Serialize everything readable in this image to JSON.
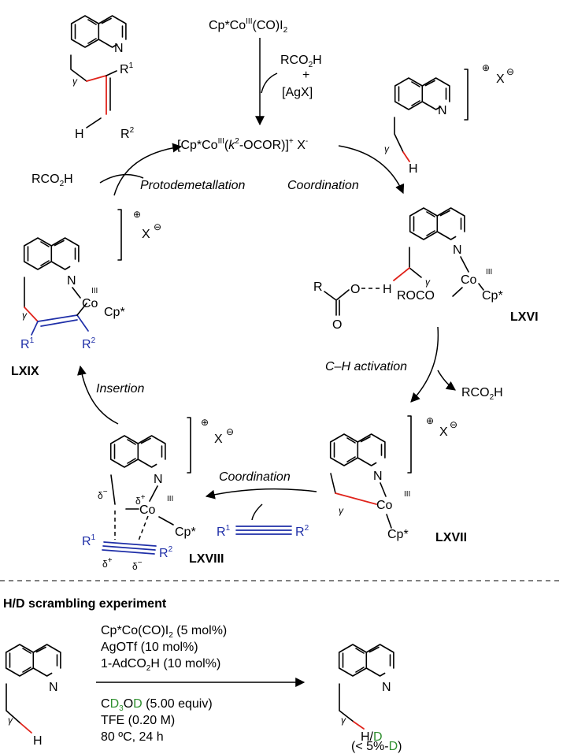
{
  "catalyst": {
    "precursor": [
      "Cp*Co",
      "III",
      "(CO)I",
      "2"
    ],
    "reagent_1": [
      "RCO",
      "2",
      "H"
    ],
    "plus": "+",
    "reagent_2": "[AgX]",
    "active": [
      "[Cp*Co",
      "III",
      "(",
      "k",
      "2",
      "-OCOR)]",
      "+",
      " X",
      "-"
    ]
  },
  "steps": {
    "protodemetallation": "Protodemetallation",
    "coordination_1": "Coordination",
    "ch_activation": "C–H activation",
    "coordination_2": "Coordination",
    "insertion": "Insertion"
  },
  "product_top": {
    "gamma": "γ",
    "r1": [
      "R",
      "1"
    ],
    "r2": [
      "R",
      "2"
    ],
    "h": "H",
    "n": "N"
  },
  "rco2h_in": [
    "RCO",
    "2",
    "H"
  ],
  "rco2h_out": [
    "RCO",
    "2",
    "H"
  ],
  "substrate": {
    "n": "N",
    "gamma": "γ",
    "h": "H",
    "charge": "⊕",
    "anion": "X",
    "anion_charge": "⊖"
  },
  "lxvi": {
    "label": "LXVI",
    "n": "N",
    "co": "Co",
    "ox": "III",
    "cp": "Cp*",
    "ligand": "ROCO",
    "r": "R",
    "o1": "O",
    "o2": "O",
    "h": "H",
    "gamma": "γ"
  },
  "lxvii": {
    "label": "LXVII",
    "n": "N",
    "co": "Co",
    "ox": "III",
    "cp": "Cp*",
    "gamma": "γ",
    "charge": "⊕",
    "anion": "X",
    "anion_charge": "⊖"
  },
  "alkyne": {
    "r1": [
      "R",
      "1"
    ],
    "r2": [
      "R",
      "2"
    ]
  },
  "lxviii": {
    "label": "LXVIII",
    "n": "N",
    "co": "Co",
    "ox": "III",
    "cp": "Cp*",
    "delta_minus": "δ",
    "delta_plus": "δ",
    "minus": "−",
    "plus": "+",
    "r1": [
      "R",
      "1"
    ],
    "r2": [
      "R",
      "2"
    ],
    "charge": "⊕",
    "anion": "X",
    "anion_charge": "⊖"
  },
  "lxix": {
    "label": "LXIX",
    "n": "N",
    "co": "Co",
    "ox": "III",
    "cp": "Cp*",
    "gamma": "γ",
    "r1": [
      "R",
      "1"
    ],
    "r2": [
      "R",
      "2"
    ],
    "charge": "⊕",
    "anion": "X",
    "anion_charge": "⊖"
  },
  "experiment": {
    "title": "H/D scrambling experiment",
    "cond_1": [
      "Cp*Co(CO)I",
      "2",
      " (5 mol%)"
    ],
    "cond_2": "AgOTf (10 mol%)",
    "cond_3": [
      "1-AdCO",
      "2",
      "H (10 mol%)"
    ],
    "cond_4": [
      "C",
      "D",
      "3",
      "O",
      "D",
      " (5.00 equiv)"
    ],
    "cond_5": "TFE (0.20 M)",
    "cond_6": "80 ºC, 24 h",
    "sm": {
      "n": "N",
      "gamma": "γ",
      "h": "H"
    },
    "prod": {
      "n": "N",
      "gamma": "γ",
      "h": "H/",
      "d": "D"
    },
    "note": [
      "(< 5%-",
      "D",
      ")"
    ]
  },
  "colors": {
    "red_bond": "#e0231b",
    "blue_alkyne": "#1f2fa8",
    "green_deuterium": "#2f8f2f"
  }
}
